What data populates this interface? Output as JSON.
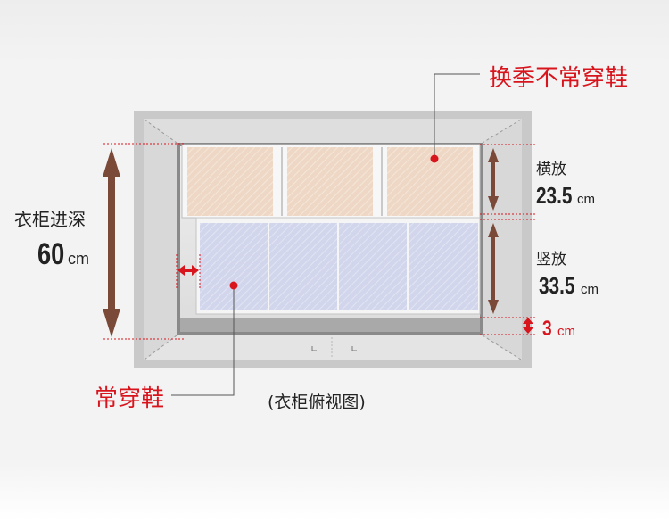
{
  "labels": {
    "seasonal": "换季不常穿鞋",
    "daily": "常穿鞋",
    "caption": "(衣柜俯视图)",
    "depth_title": "衣柜进深",
    "depth_value": "60",
    "unit_cm": "cm",
    "horizontal_title": "横放",
    "horizontal_value": "23.5",
    "vertical_title": "竖放",
    "vertical_value": "33.5",
    "gap_value": "3"
  },
  "colors": {
    "accent_red": "#d8141d",
    "dimension_arrow": "#7b4937",
    "wardrobe_frame": "#c9c9c9",
    "seasonal_box": "#eed8c5",
    "daily_box": "#d2d6ec"
  },
  "icons": {
    "small_arrow": "double-arrow-red-icon",
    "big_arrow": "double-arrow-brown-icon"
  }
}
